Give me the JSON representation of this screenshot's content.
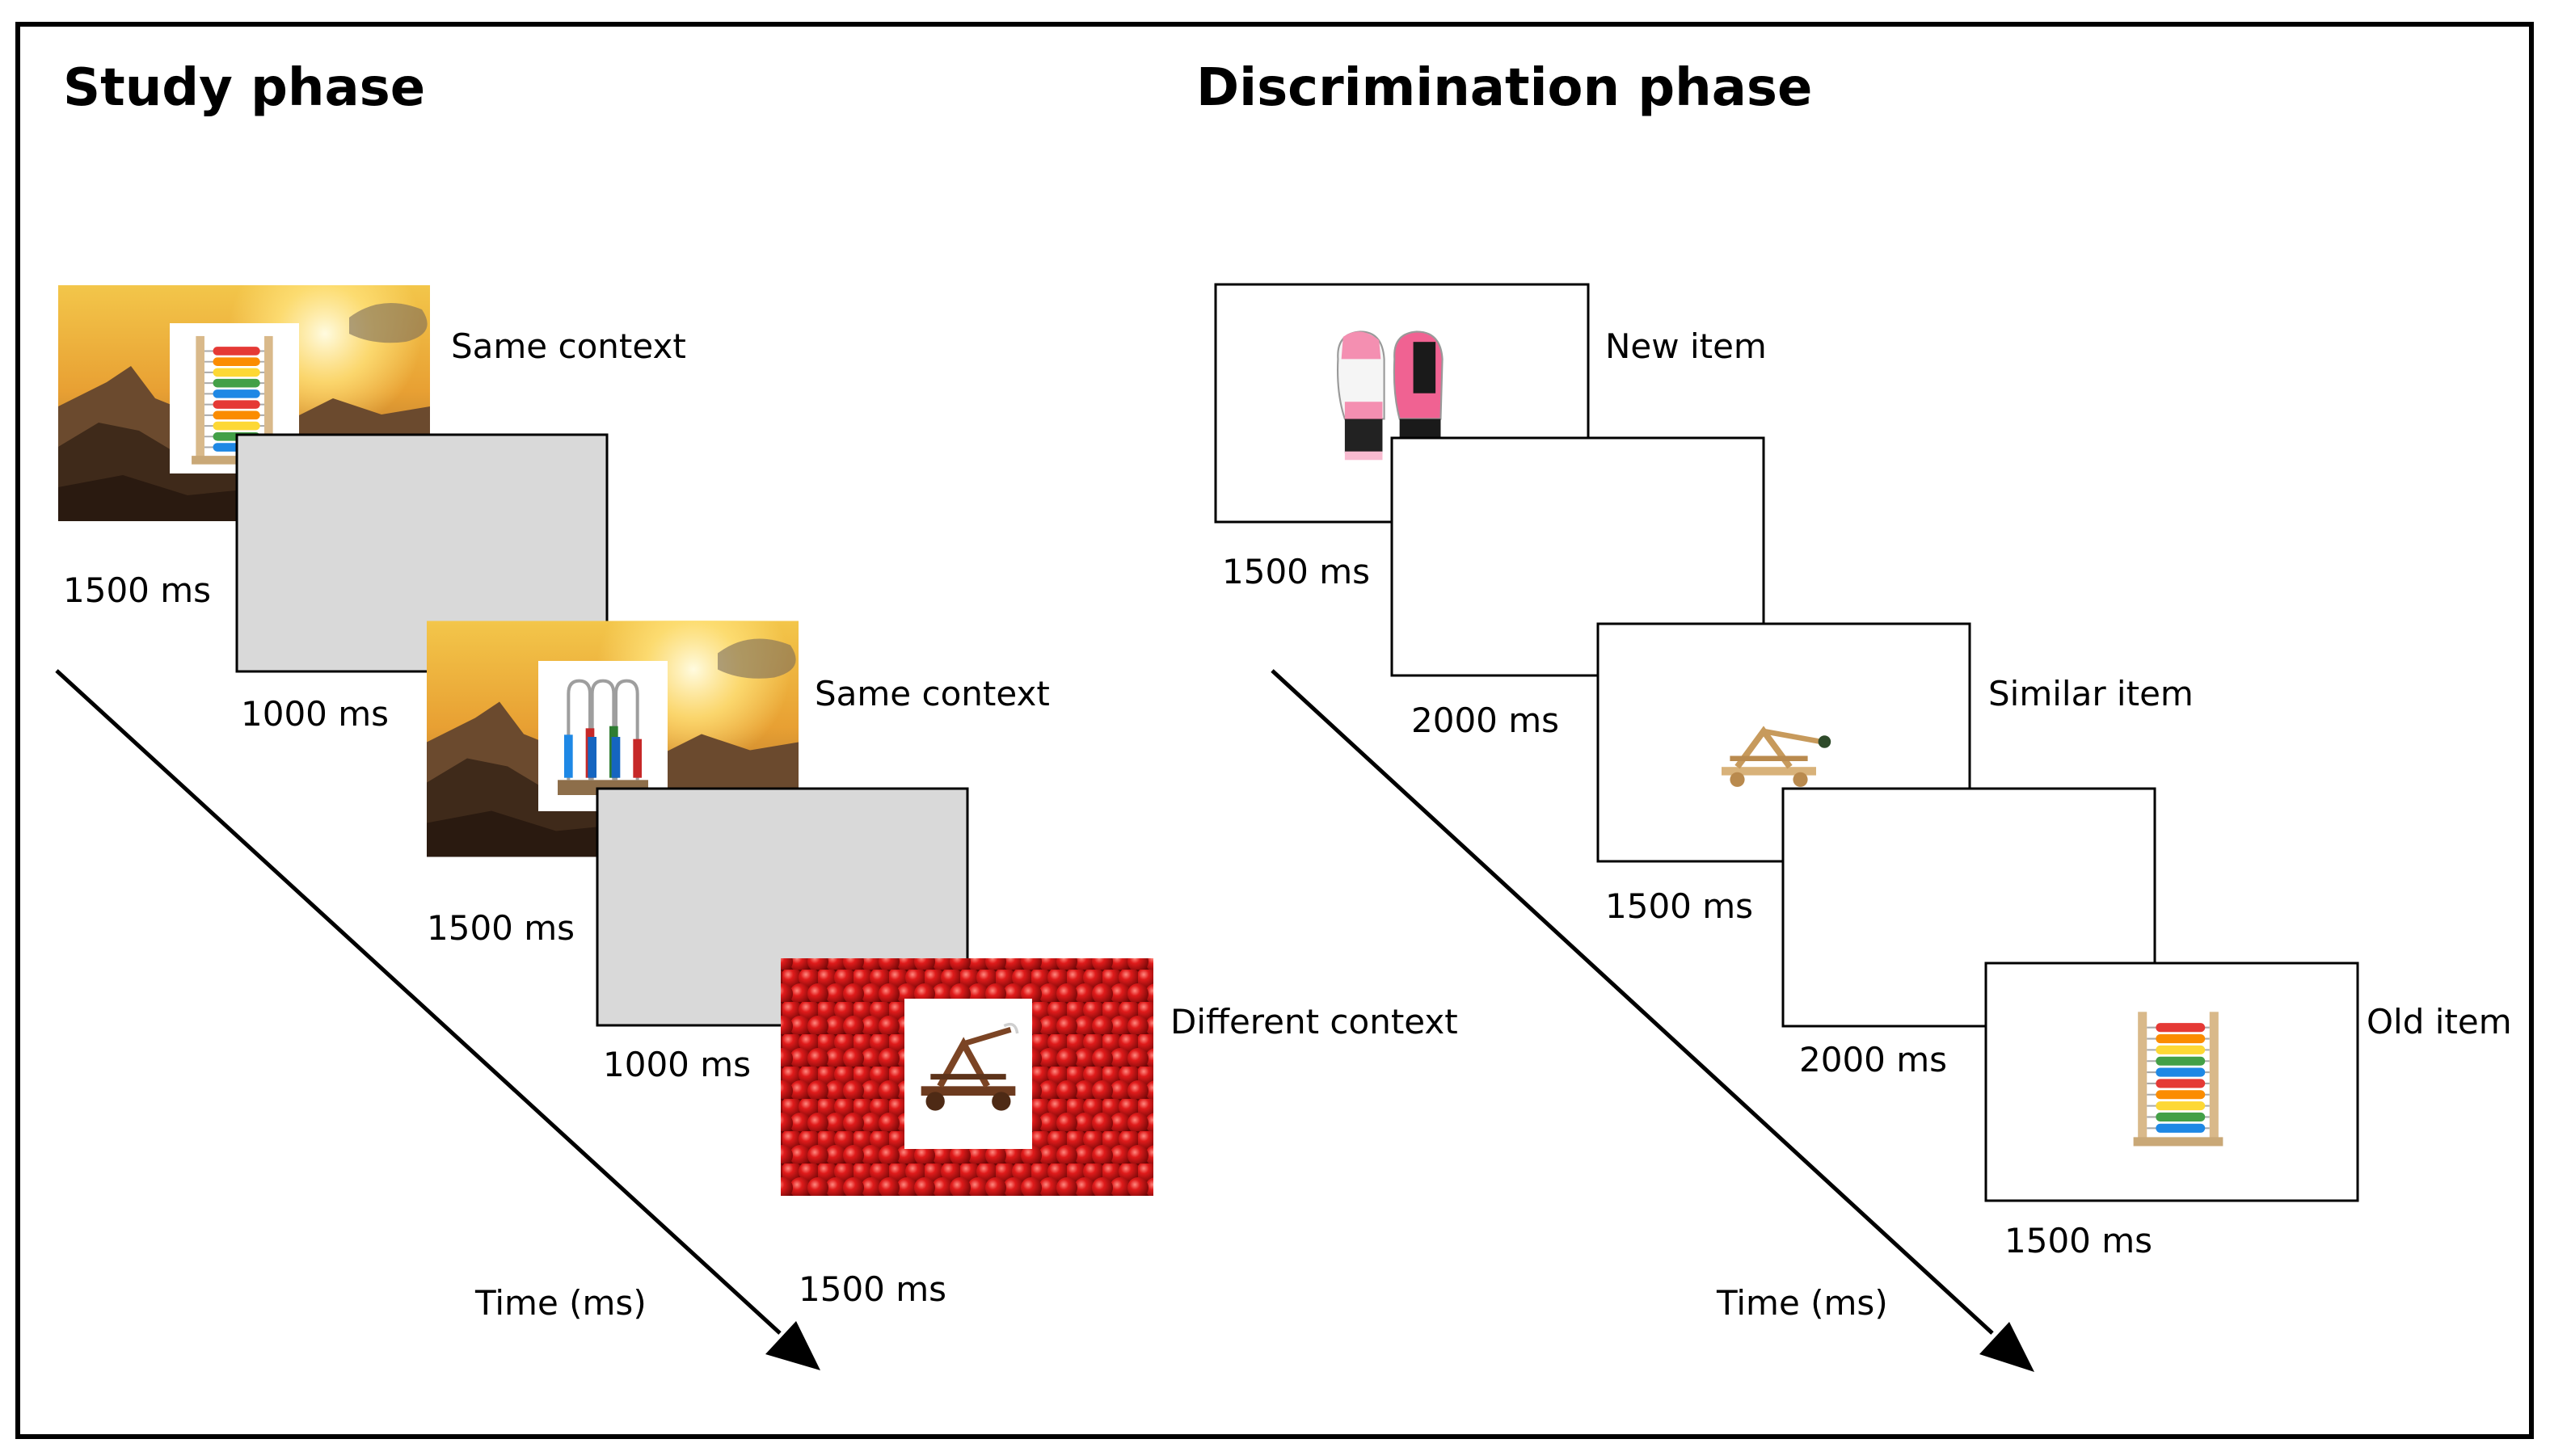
{
  "study": {
    "title": "Study phase",
    "labels": [
      "Same context",
      "Same context",
      "Different  context"
    ],
    "times": [
      "1500 ms",
      "1000 ms",
      "1500 ms",
      "1000 ms",
      "1500 ms"
    ],
    "axis_label": "Time (ms)"
  },
  "discrimination": {
    "title": "Discrimination phase",
    "labels": [
      "New item",
      "Similar item",
      "Old item"
    ],
    "times": [
      "1500 ms",
      "2000 ms",
      "1500 ms",
      "2000 ms",
      "1500 ms"
    ],
    "axis_label": "Time (ms)"
  },
  "icons": {
    "sunset_scene": "sunset-mountain-scene",
    "red_balls": "red-balls-scene",
    "abacus_rainbow": "rainbow-abacus-icon",
    "abacus_vertical": "vertical-abacus-icon",
    "boxing_gloves": "boxing-gloves-icon",
    "catapult": "catapult-icon"
  },
  "colors": {
    "blank_screen_fill": "#d9d9d9",
    "frame_border": "#000000",
    "red_balls": "#c81414"
  }
}
